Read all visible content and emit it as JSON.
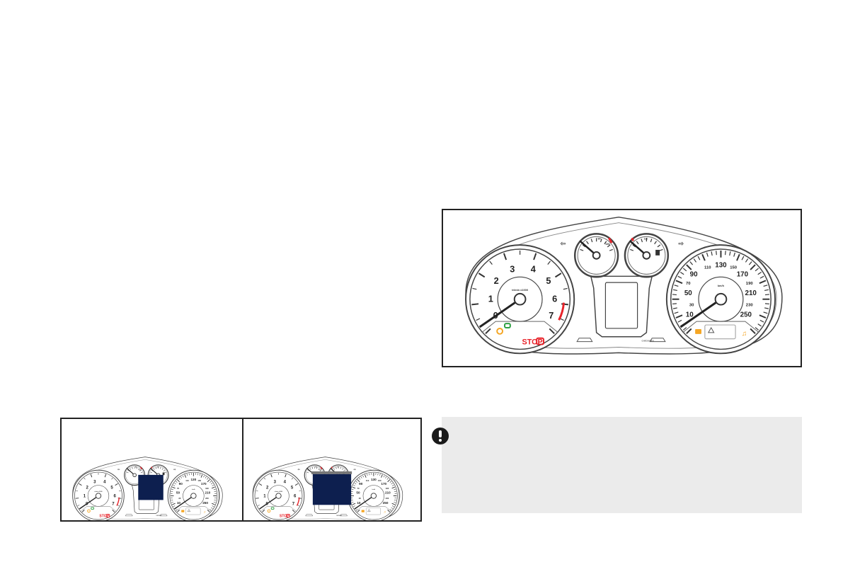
{
  "main_cluster": {
    "tachometer": {
      "numbers": [
        "0",
        "1",
        "2",
        "3",
        "4",
        "5",
        "6",
        "7"
      ],
      "unit": "tr/min x1000"
    },
    "speedometer": {
      "numbers": [
        "10",
        "30",
        "50",
        "70",
        "90",
        "110",
        "130",
        "150",
        "170",
        "190",
        "210",
        "230",
        "250"
      ],
      "unit": "km/h"
    },
    "temperature_gauge": {
      "labels": [
        "90",
        "130"
      ]
    },
    "fuel_gauge": {
      "labels": [
        "1/2"
      ]
    },
    "stop_label": "STOP",
    "check_label": "CHECK/RES",
    "colors": {
      "red": "#e8232a",
      "orange": "#f5a623",
      "green": "#2ea043",
      "display_blue": "#0d1f4f",
      "note_bg": "#ebebeb"
    }
  },
  "thumbnails": [
    {
      "variant": "narrow-display"
    },
    {
      "variant": "wide-display"
    }
  ],
  "note": {
    "icon": "exclamation-circle-icon"
  }
}
